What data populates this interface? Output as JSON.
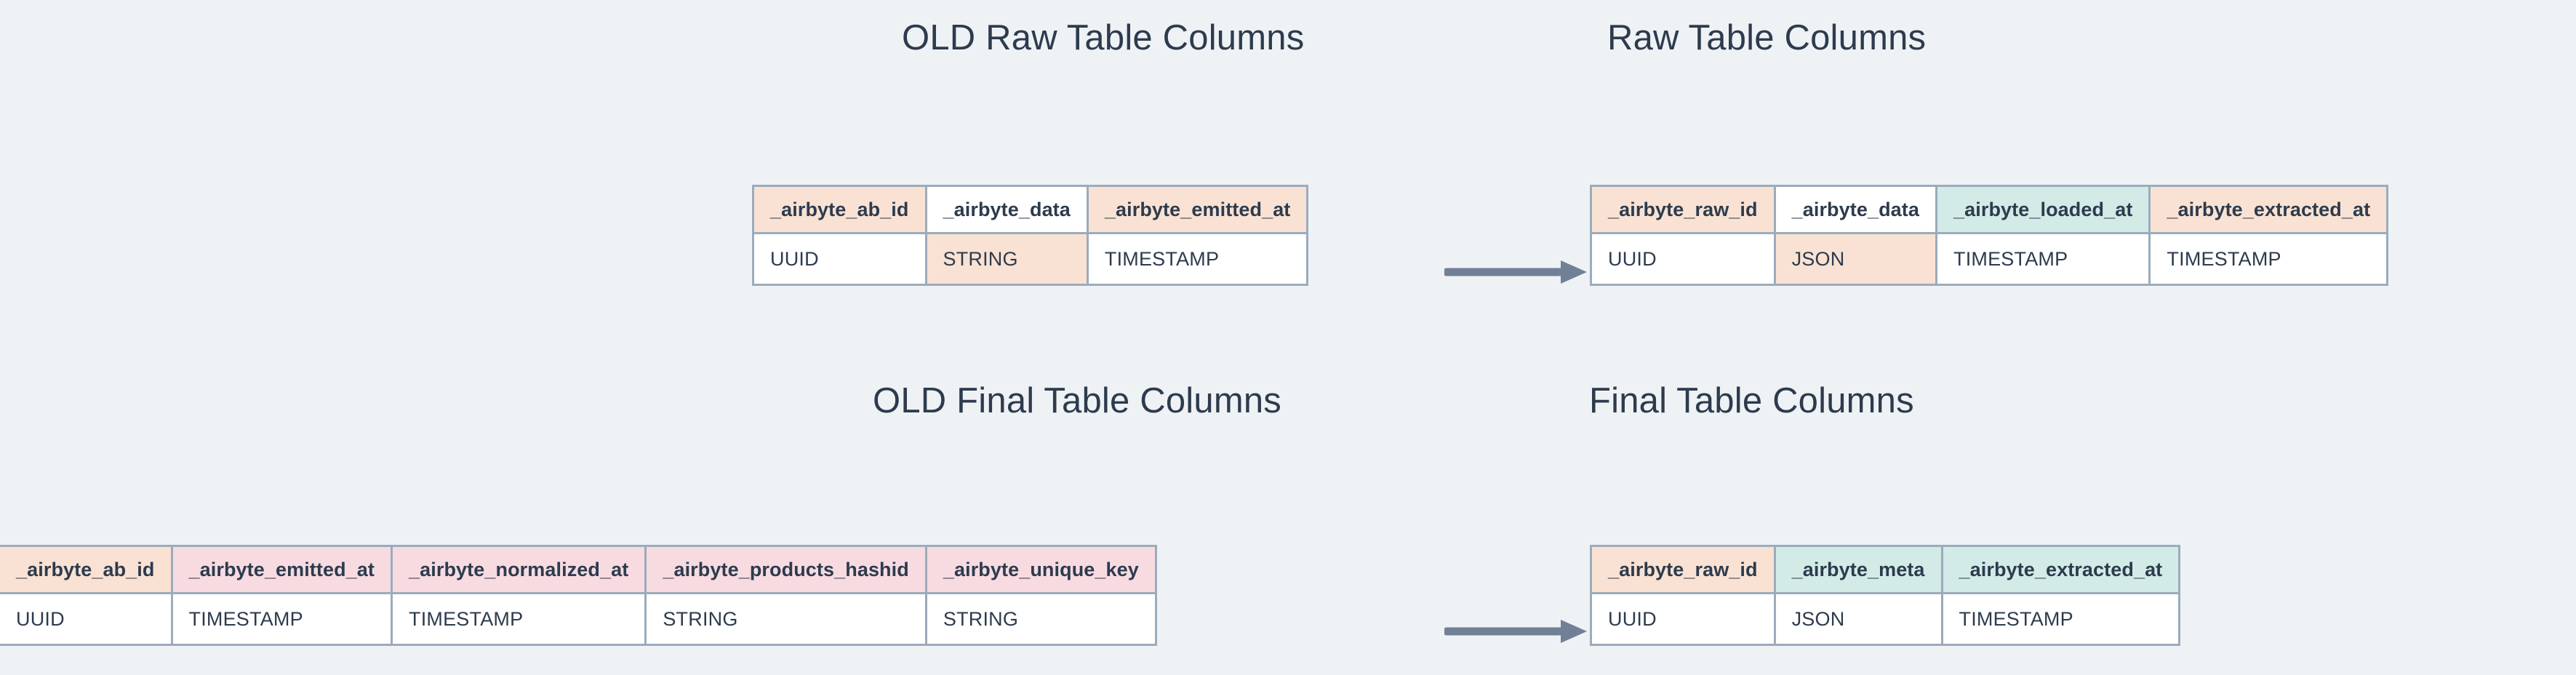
{
  "palette": {
    "background": "#eff2f5",
    "border": "#9aacbc",
    "text": "#2d3b4d",
    "peach": "#f9e2d3",
    "mint": "#d2ebe7",
    "pink": "#f7dbe1",
    "white": "#ffffff",
    "arrow": "#718096"
  },
  "titles": {
    "old_raw": "OLD Raw Table Columns",
    "new_raw": "Raw Table Columns",
    "old_final": "OLD Final Table Columns",
    "new_final": "Final Table Columns"
  },
  "tables": {
    "old_raw": {
      "title": "OLD Raw Table Columns",
      "columns": [
        {
          "name": "_airbyte_ab_id",
          "type": "UUID",
          "header_tint": "peach",
          "type_tint": "white"
        },
        {
          "name": "_airbyte_data",
          "type": "STRING",
          "header_tint": "white",
          "type_tint": "peach"
        },
        {
          "name": "_airbyte_emitted_at",
          "type": "TIMESTAMP",
          "header_tint": "peach",
          "type_tint": "white"
        }
      ]
    },
    "new_raw": {
      "title": "Raw Table Columns",
      "columns": [
        {
          "name": "_airbyte_raw_id",
          "type": "UUID",
          "header_tint": "peach",
          "type_tint": "white"
        },
        {
          "name": "_airbyte_data",
          "type": "JSON",
          "header_tint": "white",
          "type_tint": "peach"
        },
        {
          "name": "_airbyte_loaded_at",
          "type": "TIMESTAMP",
          "header_tint": "mint",
          "type_tint": "white"
        },
        {
          "name": "_airbyte_extracted_at",
          "type": "TIMESTAMP",
          "header_tint": "peach",
          "type_tint": "white"
        }
      ]
    },
    "old_final": {
      "title": "OLD Final Table Columns",
      "columns": [
        {
          "name": "_airbyte_ab_id",
          "type": "UUID",
          "header_tint": "peach",
          "type_tint": "white"
        },
        {
          "name": "_airbyte_emitted_at",
          "type": "TIMESTAMP",
          "header_tint": "pink",
          "type_tint": "white"
        },
        {
          "name": "_airbyte_normalized_at",
          "type": "TIMESTAMP",
          "header_tint": "pink",
          "type_tint": "white"
        },
        {
          "name": "_airbyte_products_hashid",
          "type": "STRING",
          "header_tint": "pink",
          "type_tint": "white"
        },
        {
          "name": "_airbyte_unique_key",
          "type": "STRING",
          "header_tint": "pink",
          "type_tint": "white"
        }
      ]
    },
    "new_final": {
      "title": "Final Table Columns",
      "columns": [
        {
          "name": "_airbyte_raw_id",
          "type": "UUID",
          "header_tint": "peach",
          "type_tint": "white"
        },
        {
          "name": "_airbyte_meta",
          "type": "JSON",
          "header_tint": "mint",
          "type_tint": "white"
        },
        {
          "name": "_airbyte_extracted_at",
          "type": "TIMESTAMP",
          "header_tint": "mint",
          "type_tint": "white"
        }
      ]
    }
  },
  "arrows": [
    {
      "id": "arrow-raw",
      "from": "old_raw",
      "to": "new_raw",
      "direction": "right"
    },
    {
      "id": "arrow-final",
      "from": "old_final",
      "to": "new_final",
      "direction": "right"
    }
  ]
}
